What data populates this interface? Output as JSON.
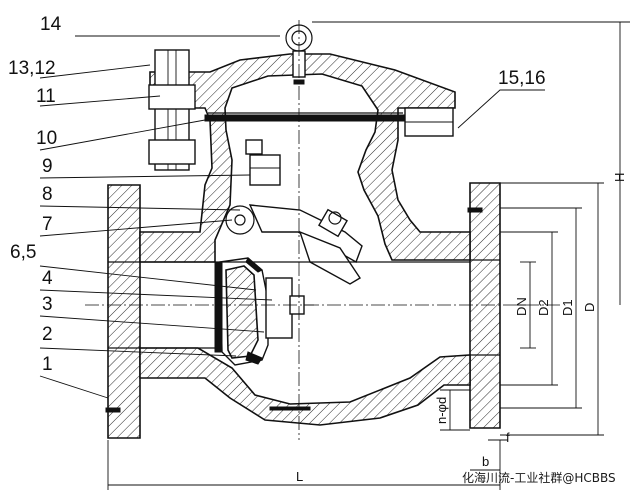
{
  "callouts": [
    {
      "id": "c14",
      "text": "14"
    },
    {
      "id": "c1312",
      "text": "13,12"
    },
    {
      "id": "c11",
      "text": "11"
    },
    {
      "id": "c10",
      "text": "10"
    },
    {
      "id": "c9",
      "text": "9"
    },
    {
      "id": "c8",
      "text": "8"
    },
    {
      "id": "c7",
      "text": "7"
    },
    {
      "id": "c65",
      "text": "6,5"
    },
    {
      "id": "c4",
      "text": "4"
    },
    {
      "id": "c3",
      "text": "3"
    },
    {
      "id": "c2",
      "text": "2"
    },
    {
      "id": "c1",
      "text": "1"
    },
    {
      "id": "c1516",
      "text": "15,16"
    }
  ],
  "dimensions": {
    "H": "H",
    "DN": "DN",
    "D2": "D2",
    "D1": "D1",
    "D": "D",
    "L": "L",
    "b": "b",
    "f": "f",
    "n_phi_d": "n-φd"
  },
  "watermark": "化海川流-工业社群@HCBBS"
}
